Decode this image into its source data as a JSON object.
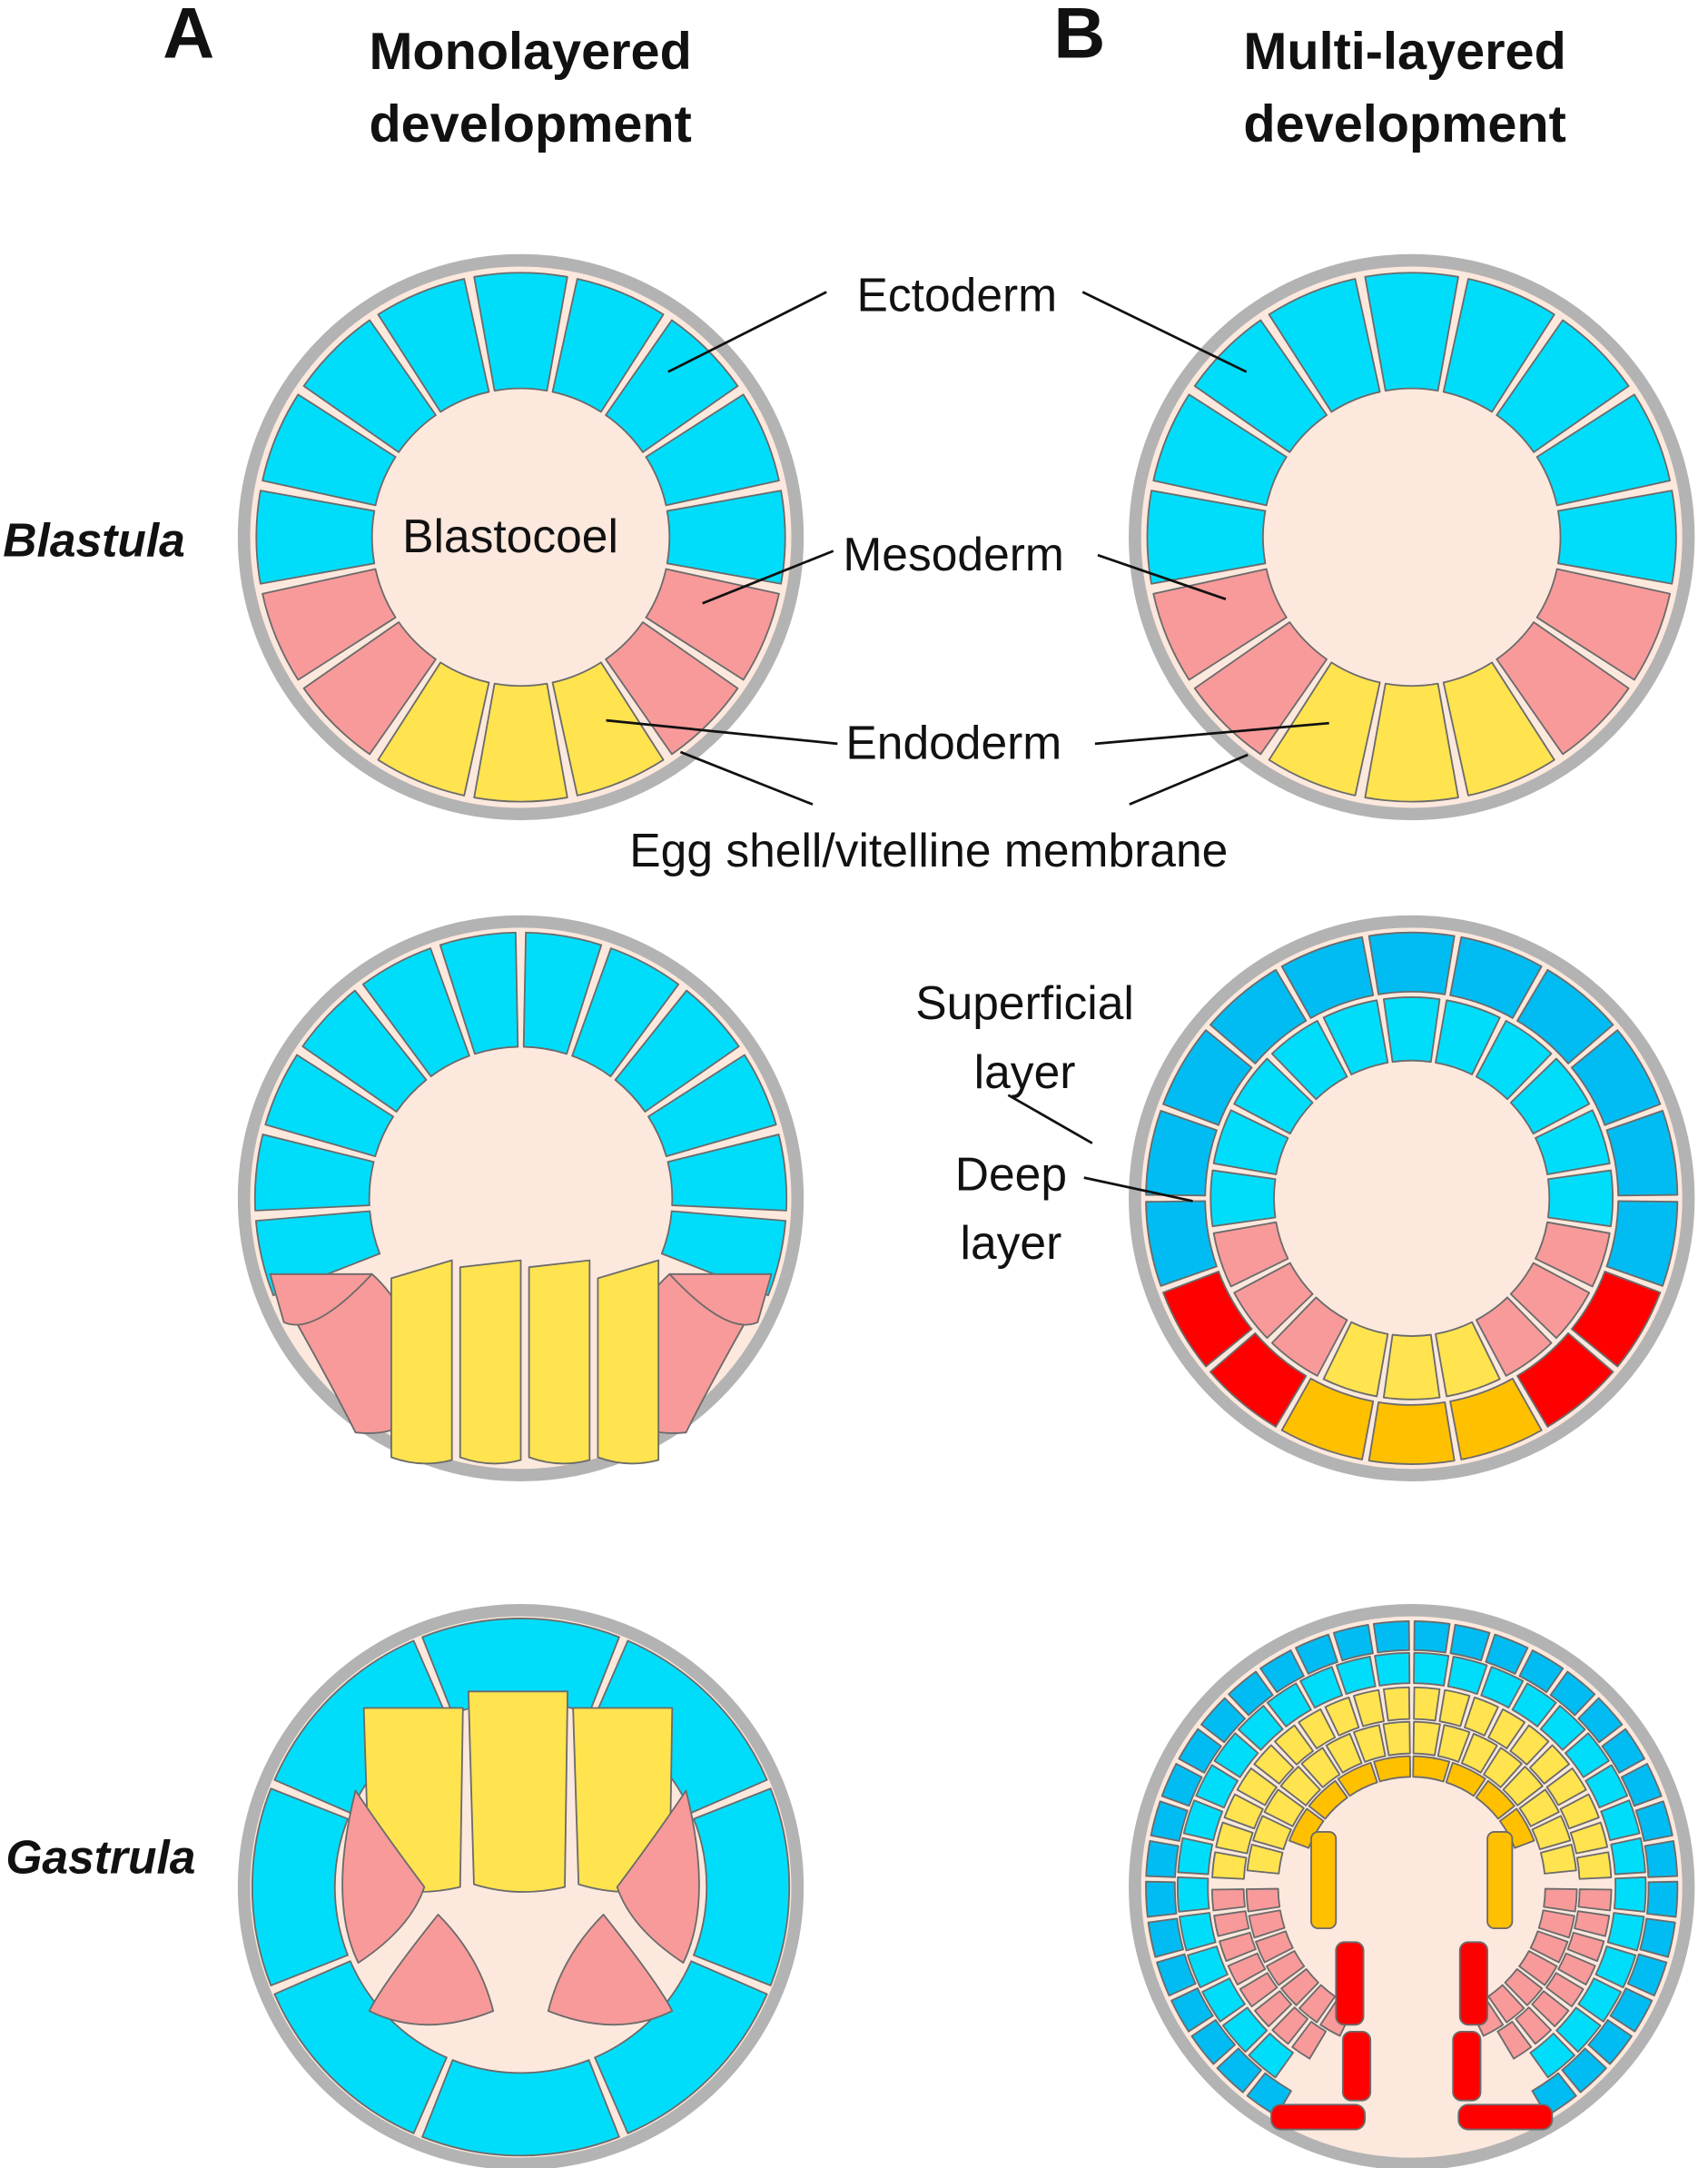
{
  "panels": {
    "a": {
      "letter": "A",
      "title_line1": "Monolayered",
      "title_line2": "development"
    },
    "b": {
      "letter": "B",
      "title_line1": "Multi-layered",
      "title_line2": "development"
    }
  },
  "stages": {
    "blastula": "Blastula",
    "gastrula": "Gastrula"
  },
  "labels": {
    "ectoderm": "Ectoderm",
    "blastocoel": "Blastocoel",
    "mesoderm": "Mesoderm",
    "endoderm": "Endoderm",
    "egg_shell": "Egg shell/vitelline membrane",
    "superficial_1": "Superficial",
    "superficial_2": "layer",
    "deep_1": "Deep",
    "deep_2": "layer"
  },
  "colors": {
    "ectoderm": "#00DDFB",
    "ectoderm_superficial": "#00BCF2",
    "mesoderm": "#F89A9A",
    "mesoderm_superficial": "#FF0000",
    "endoderm": "#FFE34F",
    "endoderm_superficial": "#FFC000",
    "blastocoel": "#FCE8DD",
    "shell": "#B3B3B3"
  }
}
